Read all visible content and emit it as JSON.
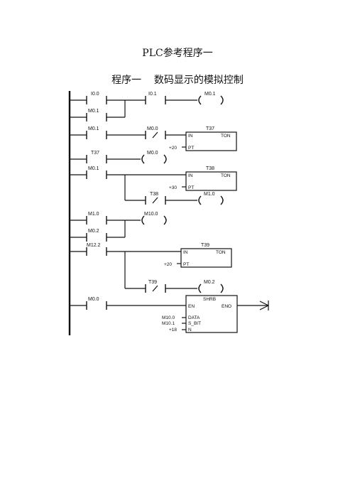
{
  "document": {
    "title": "PLC参考程序一",
    "section_title": "程序一    数码显示的模拟控制"
  },
  "ladder": {
    "rung1": {
      "contact_I00": "I0.0",
      "contact_I01": "I0.1",
      "coil_M01": "M0.1",
      "contact_M01": "M0.1"
    },
    "rung2": {
      "contact_M01": "M0.1",
      "contact_M00": "M0.0",
      "timer_name": "T37",
      "timer_type": "TON",
      "in": "IN",
      "pt": "PT",
      "preset": "+20"
    },
    "rung3": {
      "contact_T37": "T37",
      "coil_M00": "M0.0"
    },
    "rung4": {
      "contact_M01": "M0.1",
      "timer_name": "T38",
      "timer_type": "TON",
      "in": "IN",
      "pt": "PT",
      "preset": "+30",
      "contact_T38": "T38",
      "coil_M10": "M1.0"
    },
    "rung5": {
      "contact_M10": "M1.0",
      "coil_M100": "M10.0",
      "contact_M02": "M0.2"
    },
    "rung6": {
      "contact_M122": "M12.2",
      "timer_name": "T39",
      "timer_type": "TON",
      "in": "IN",
      "pt": "PT",
      "preset": "+20",
      "contact_T39": "T39",
      "coil_M02": "M0.2"
    },
    "rung7": {
      "contact_M00": "M0.0",
      "block_name": "SHRB",
      "en": "EN",
      "eno": "ENO",
      "data": "DATA",
      "s_bit": "S_BIT",
      "n": "N",
      "data_val": "M10.0",
      "s_bit_val": "M10.1",
      "n_val": "+18"
    }
  }
}
